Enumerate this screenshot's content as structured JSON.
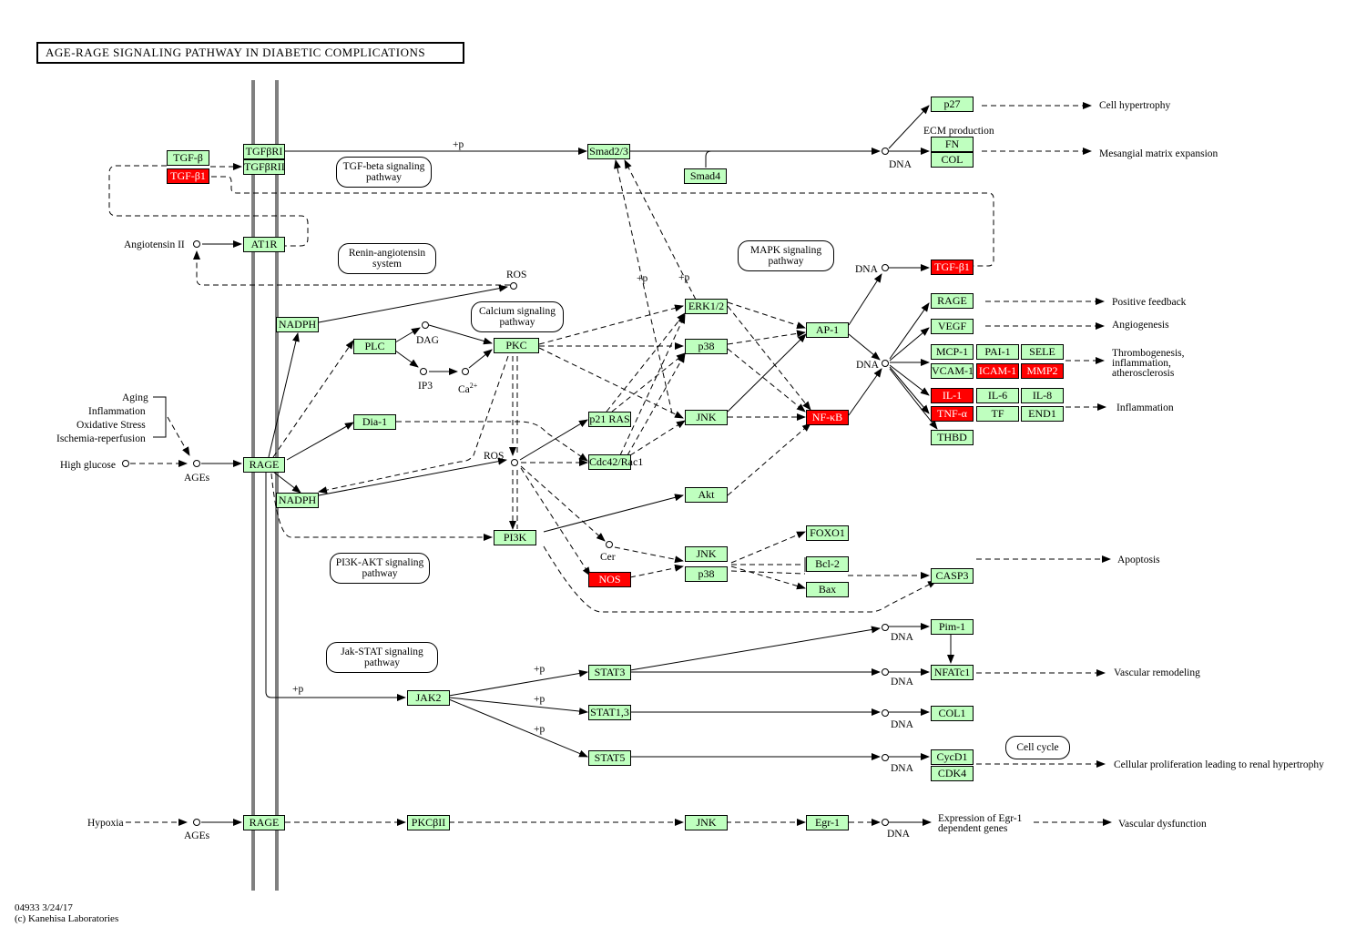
{
  "title": "AGE-RAGE SIGNALING PATHWAY IN DIABETIC COMPLICATIONS",
  "footer": {
    "line1": "04933 3/24/17",
    "line2": "(c) Kanehisa Laboratories"
  },
  "colors": {
    "unchanged": "#bfffbf",
    "upregulated": "#ff0000"
  },
  "pathway_maps": {
    "tgfb": "TGF-beta signaling pathway",
    "ras": "Renin-angiotensin system",
    "mapk": "MAPK signaling pathway",
    "calcium": "Calcium signaling pathway",
    "pi3k": "PI3K-AKT signaling pathway",
    "jakstat": "Jak-STAT signaling pathway",
    "cellcycle": "Cell cycle"
  },
  "genes": {
    "tgfb": "TGF-β",
    "tgfb1": "TGF-β1",
    "tgfbr1": "TGFβRI",
    "tgfbr2": "TGFβRII",
    "at1r": "AT1R",
    "smad23": "Smad2/3",
    "smad4": "Smad4",
    "p27": "p27",
    "fn": "FN",
    "col": "COL",
    "tgfb1_out": "TGF-β1",
    "rage_out": "RAGE",
    "vegf": "VEGF",
    "mcp1": "MCP-1",
    "pai1": "PAI-1",
    "sele": "SELE",
    "vcam1": "VCAM-1",
    "icam1": "ICAM-1",
    "mmp2": "MMP2",
    "il1": "IL-1",
    "il6": "IL-6",
    "il8": "IL-8",
    "tnfa": "TNF-α",
    "tf": "TF",
    "end1": "END1",
    "thbd": "THBD",
    "nadph1": "NADPH",
    "plc": "PLC",
    "pkc": "PKC",
    "erk": "ERK1/2",
    "p38a": "p38",
    "ap1": "AP-1",
    "dia1": "Dia-1",
    "p21ras": "p21 RAS",
    "cdc42": "Cdc42/Rac1",
    "jnk1": "JNK",
    "nfkb": "NF-κB",
    "rage": "RAGE",
    "nadph2": "NADPH",
    "akt": "Akt",
    "pi3k": "PI3K",
    "foxo1": "FOXO1",
    "jnk2": "JNK",
    "bcl2": "Bcl-2",
    "p38b": "p38",
    "bax": "Bax",
    "nos": "NOS",
    "casp3": "CASP3",
    "pim1": "Pim-1",
    "nfatc1": "NFATc1",
    "stat3": "STAT3",
    "jak2": "JAK2",
    "stat13": "STAT1,3",
    "col1": "COL1",
    "stat5": "STAT5",
    "cycd1": "CycD1",
    "cdk4": "CDK4",
    "rage3": "RAGE",
    "pkcb2": "PKCβII",
    "jnk3": "JNK",
    "egr1": "Egr-1"
  },
  "labels": {
    "angiotensin": "Angiotensin II",
    "ros1": "ROS",
    "ros2": "ROS",
    "dag": "DAG",
    "ip3": "IP3",
    "ca": "Ca",
    "ca_sup": "2+",
    "cer": "Cer",
    "aging": "Aging",
    "inflam_in": "Inflammation",
    "oxidative": "Oxidative Stress",
    "ischemia": "Ischemia-reperfusion",
    "highglucose": "High glucose",
    "ages1": "AGEs",
    "hypoxia": "Hypoxia",
    "ages2": "AGEs",
    "dna1": "DNA",
    "dna2": "DNA",
    "dna3": "DNA",
    "dna4": "DNA",
    "dna5": "DNA",
    "dna6": "DNA",
    "dna7": "DNA",
    "dna8": "DNA",
    "ecm": "ECM production",
    "cell_hyper": "Cell hypertrophy",
    "mesangial": "Mesangial matrix expansion",
    "positive": "Positive feedback",
    "angiogenesis": "Angiogenesis",
    "thrombo1": "Thrombogenesis,",
    "thrombo2": "inflammation,",
    "thrombo3": "atherosclerosis",
    "inflam_out": "Inflammation",
    "apoptosis": "Apoptosis",
    "vascular_rem": "Vascular remodeling",
    "cell_prolif": "Cellular proliferation leading to renal hypertrophy",
    "egr_expr1": "Expression of Egr-1",
    "egr_expr2": "dependent genes",
    "vascular_dys": "Vascular dysfunction",
    "p1": "+p",
    "p2": "+p",
    "p3": "+p",
    "p4": "+p",
    "p5": "+p",
    "p6": "+p",
    "p7": "+p"
  }
}
